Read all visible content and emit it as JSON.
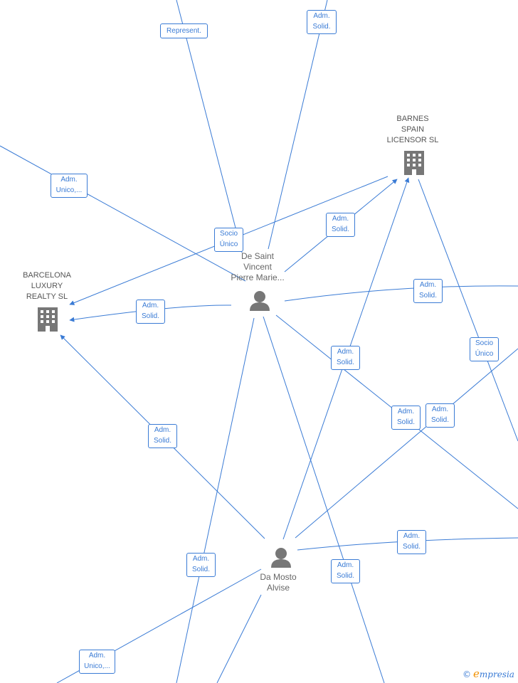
{
  "nodes": {
    "barnes": {
      "label_lines": [
        "BARNES",
        "SPAIN",
        "LICENSOR  SL"
      ],
      "type": "company"
    },
    "barcelona": {
      "label_lines": [
        "BARCELONA",
        "LUXURY",
        "REALTY  SL"
      ],
      "type": "company"
    },
    "desaint": {
      "label_lines": [
        "De Saint",
        "Vincent",
        "Pierre Marie..."
      ],
      "type": "person"
    },
    "damosto": {
      "label_lines": [
        "Da Mosto",
        "Alvise"
      ],
      "type": "person"
    }
  },
  "edge_labels": [
    {
      "id": "represent",
      "lines": [
        "Represent."
      ]
    },
    {
      "id": "adm-solid-top",
      "lines": [
        "Adm.",
        "Solid."
      ]
    },
    {
      "id": "adm-unico-left",
      "lines": [
        "Adm.",
        "Unico,..."
      ]
    },
    {
      "id": "socio-unico-center",
      "lines": [
        "Socio",
        "Único"
      ]
    },
    {
      "id": "adm-solid-desaint-barnes",
      "lines": [
        "Adm.",
        "Solid."
      ]
    },
    {
      "id": "adm-solid-desaint-right",
      "lines": [
        "Adm.",
        "Solid."
      ]
    },
    {
      "id": "adm-solid-desaint-barcelona",
      "lines": [
        "Adm.",
        "Solid."
      ]
    },
    {
      "id": "socio-unico-right",
      "lines": [
        "Socio",
        "Único"
      ]
    },
    {
      "id": "adm-solid-mid",
      "lines": [
        "Adm.",
        "Solid."
      ]
    },
    {
      "id": "adm-solid-cross-a",
      "lines": [
        "Adm.",
        "Solid."
      ]
    },
    {
      "id": "adm-solid-cross-b",
      "lines": [
        "Adm.",
        "Solid."
      ]
    },
    {
      "id": "adm-solid-damosto-barcelona",
      "lines": [
        "Adm.",
        "Solid."
      ]
    },
    {
      "id": "adm-solid-damosto-right",
      "lines": [
        "Adm.",
        "Solid."
      ]
    },
    {
      "id": "adm-solid-lower-left",
      "lines": [
        "Adm.",
        "Solid."
      ]
    },
    {
      "id": "adm-solid-lower-right",
      "lines": [
        "Adm.",
        "Solid."
      ]
    },
    {
      "id": "adm-unico-bottom",
      "lines": [
        "Adm.",
        "Unico,..."
      ]
    }
  ],
  "brand": {
    "symbol": "©",
    "initial": "e",
    "rest": "mpresia"
  },
  "colors": {
    "edge": "#3a7bd5",
    "icon": "#777777",
    "label": "#666666"
  }
}
